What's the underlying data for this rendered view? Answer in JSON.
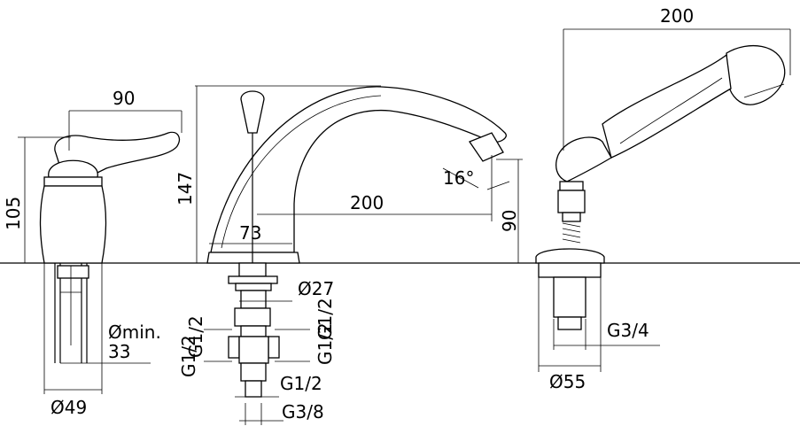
{
  "drawing": {
    "labels": {
      "mixer_width": "90",
      "mixer_height": "105",
      "mixer_base_dia": "Ø49",
      "hole_min_label": "Ømin.",
      "hole_min_value": "33",
      "spout_height": "147",
      "spout_base": "73",
      "spout_reach": "200",
      "spout_angle": "16°",
      "spout_outlet_height": "90",
      "spout_shank_dia": "Ø27",
      "thread_g12_left": "G1/2",
      "thread_g12_right": "G1/2",
      "thread_g12_left_lower": "G1/2",
      "thread_g12_right_lower": "G1/2",
      "thread_g12_bottom": "G1/2",
      "thread_g38": "G3/8",
      "shower_length": "200",
      "shower_thread": "G3/4",
      "shower_base_dia": "Ø55"
    }
  }
}
